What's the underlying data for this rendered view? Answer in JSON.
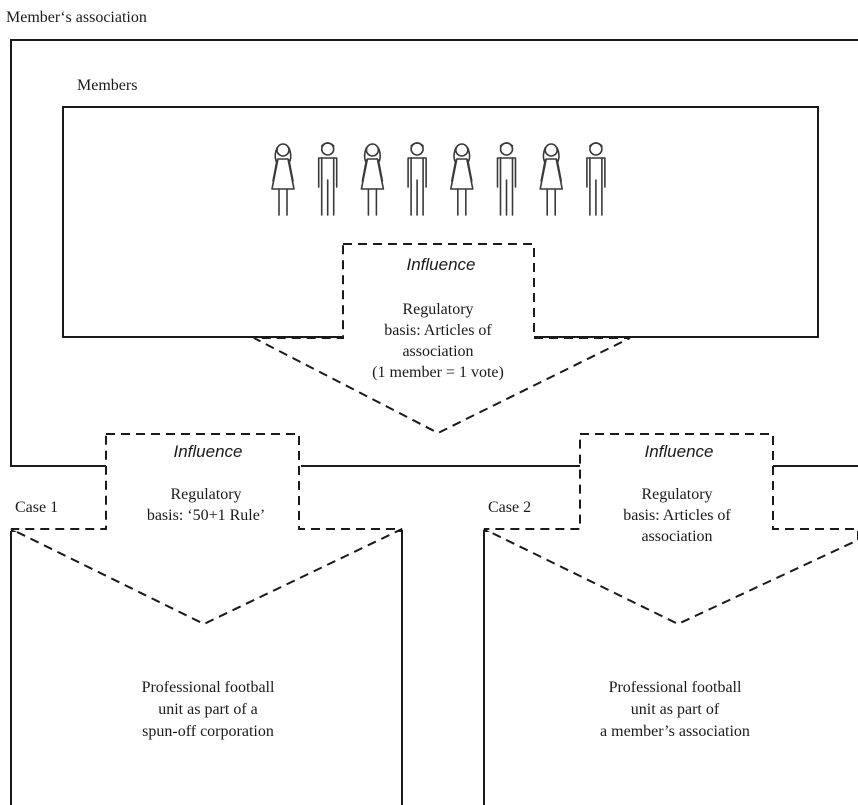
{
  "outer_label": "Member‘s association",
  "members": {
    "label": "Members",
    "icons": [
      "woman-icon",
      "man-icon",
      "woman-icon",
      "man-icon",
      "woman-icon",
      "man-icon",
      "woman-icon",
      "man-icon"
    ]
  },
  "top_influence": {
    "title": "Influence",
    "lines": [
      "Regulatory",
      "basis: Articles of",
      "association",
      "(1 member = 1 vote)"
    ]
  },
  "case1": {
    "label": "Case 1",
    "influence_title": "Influence",
    "influence_lines": [
      "Regulatory",
      "basis: ‘50+1 Rule’"
    ],
    "unit_lines": [
      "Professional football",
      "unit as part of a",
      "spun-off corporation"
    ]
  },
  "case2": {
    "label": "Case 2",
    "influence_title": "Influence",
    "influence_lines": [
      "Regulatory",
      "basis: Articles of",
      "association"
    ],
    "unit_lines": [
      "Professional football",
      "unit as part of",
      "a member’s association"
    ]
  }
}
